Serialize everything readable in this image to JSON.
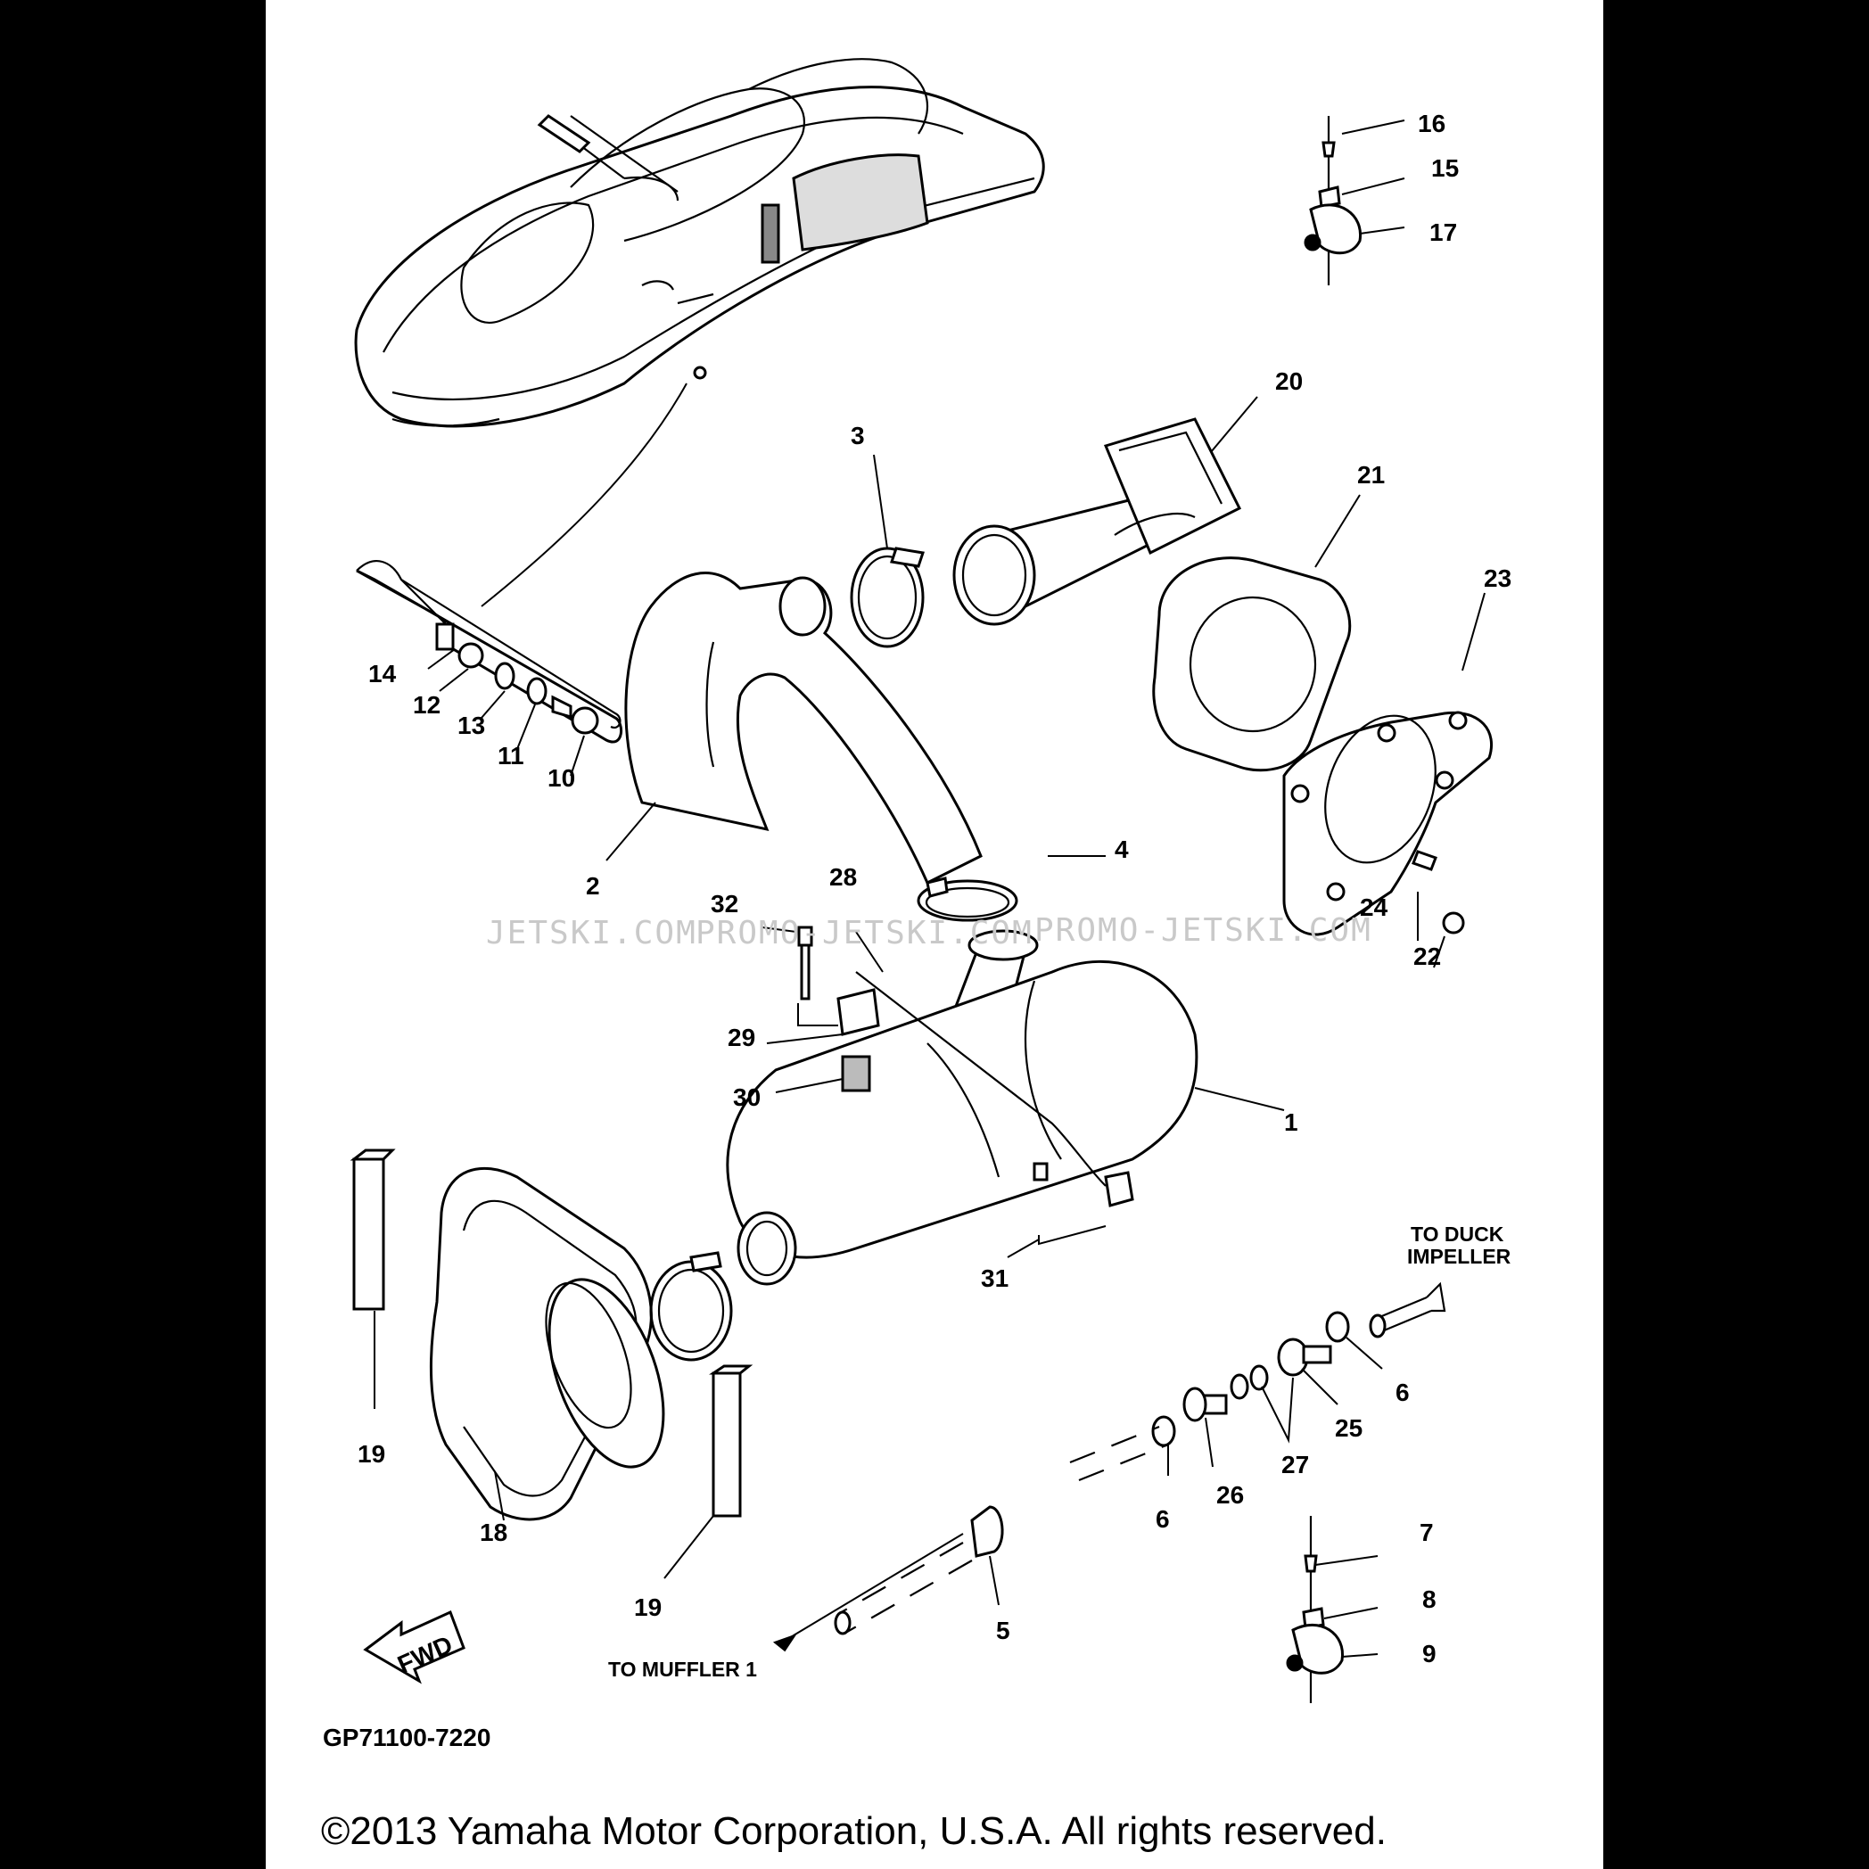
{
  "diagram": {
    "catalog_code": "GP71100-7220",
    "copyright": "©2013 Yamaha Motor Corporation, U.S.A. All rights reserved.",
    "watermark": [
      "JETSKI.COM",
      "PROMO-JETSKI.COM",
      "PROMO-JETSKI.COM"
    ],
    "fwd_label": "FWD",
    "direction_labels": {
      "duct_line1": "TO DUCK",
      "duct_line2": "IMPELLER",
      "muffler": "TO MUFFLER 1"
    },
    "callouts": {
      "c1": "1",
      "c2": "2",
      "c3": "3",
      "c4": "4",
      "c5": "5",
      "c6a": "6",
      "c6b": "6",
      "c7": "7",
      "c8": "8",
      "c9": "9",
      "c10": "10",
      "c11": "11",
      "c12": "12",
      "c13": "13",
      "c14": "14",
      "c15": "15",
      "c16": "16",
      "c17": "17",
      "c18": "18",
      "c19a": "19",
      "c19b": "19",
      "c20": "20",
      "c21": "21",
      "c22": "22",
      "c23": "23",
      "c24": "24",
      "c25": "25",
      "c26": "26",
      "c27": "27",
      "c28": "28",
      "c29": "29",
      "c30": "30",
      "c31": "31",
      "c32": "32"
    }
  }
}
